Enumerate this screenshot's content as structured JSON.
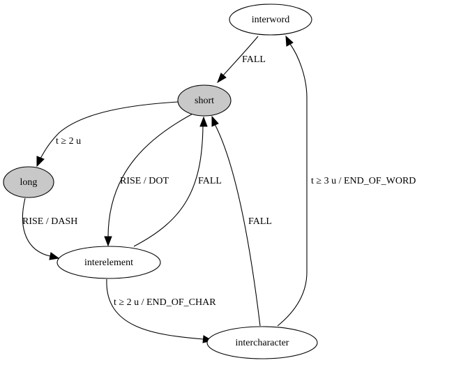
{
  "nodes": [
    {
      "id": "interword",
      "label": "interword",
      "fill": "#ffffff"
    },
    {
      "id": "short",
      "label": "short",
      "fill": "#c8c8c8"
    },
    {
      "id": "long",
      "label": "long",
      "fill": "#c8c8c8"
    },
    {
      "id": "interelement",
      "label": "interelement",
      "fill": "#ffffff"
    },
    {
      "id": "intercharacter",
      "label": "intercharacter",
      "fill": "#ffffff"
    }
  ],
  "edges": [
    {
      "id": "interword-short",
      "from": "interword",
      "to": "short",
      "label": "FALL"
    },
    {
      "id": "short-long",
      "from": "short",
      "to": "long",
      "label": "t ≥  2 u"
    },
    {
      "id": "short-interelement",
      "from": "short",
      "to": "interelement",
      "label": "RISE / DOT"
    },
    {
      "id": "interelement-short",
      "from": "interelement",
      "to": "short",
      "label": "FALL"
    },
    {
      "id": "long-interelement",
      "from": "long",
      "to": "interelement",
      "label": "RISE / DASH"
    },
    {
      "id": "interelement-intercharacter",
      "from": "interelement",
      "to": "intercharacter",
      "label": "t ≥ 2 u / END_OF_CHAR"
    },
    {
      "id": "intercharacter-short",
      "from": "intercharacter",
      "to": "short",
      "label": "FALL"
    },
    {
      "id": "intercharacter-interword",
      "from": "intercharacter",
      "to": "interword",
      "label": "t ≥ 3 u / END_OF_WORD"
    }
  ]
}
